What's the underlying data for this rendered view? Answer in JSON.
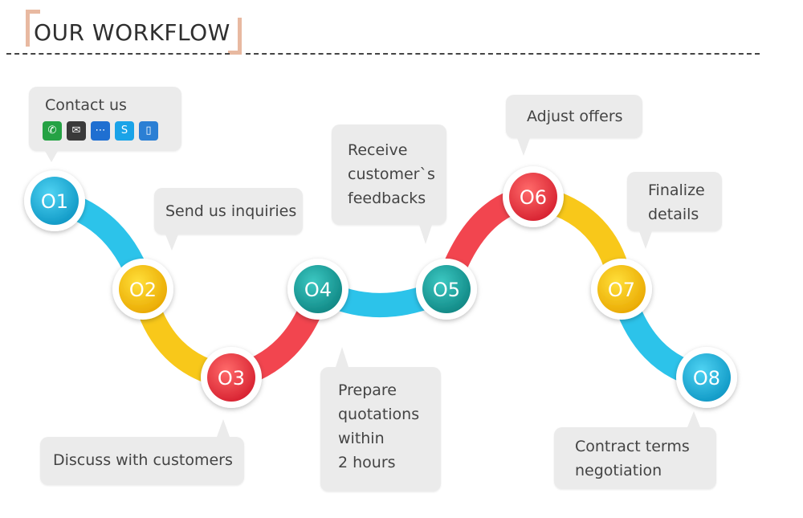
{
  "title": "OUR WORKFLOW",
  "steps": [
    {
      "number": "O1",
      "label": "Contact us",
      "color": "#19b6e0"
    },
    {
      "number": "O2",
      "label": "Send us inquiries",
      "color": "#f6c400"
    },
    {
      "number": "O3",
      "label": "Discuss with customers",
      "color": "#f03e4a"
    },
    {
      "number": "O4",
      "label": "Prepare\nquotations\nwithin\n2 hours",
      "color": "#1aa6a4"
    },
    {
      "number": "O5",
      "label": "Receive\ncustomer`s\nfeedbacks",
      "color": "#1aa6a4"
    },
    {
      "number": "O6",
      "label": "Adjust offers",
      "color": "#f03e4a"
    },
    {
      "number": "O7",
      "label": "Finalize\ndetails",
      "color": "#f6c400"
    },
    {
      "number": "O8",
      "label": "Contract terms\nnegotiation",
      "color": "#19b6e0"
    }
  ],
  "contact_icons": [
    {
      "name": "whatsapp-icon",
      "glyph": "✆",
      "color": "#25a244"
    },
    {
      "name": "email-icon",
      "glyph": "✉",
      "color": "#3a3a3a"
    },
    {
      "name": "messenger-icon",
      "glyph": "⋯",
      "color": "#1f6fd1"
    },
    {
      "name": "skype-icon",
      "glyph": "S",
      "color": "#1aa3e8"
    },
    {
      "name": "phone-icon",
      "glyph": "▯",
      "color": "#2b7fd4"
    }
  ],
  "colors": {
    "cyan": "#19b6e0",
    "yellow": "#f6c400",
    "red": "#f03e4a",
    "teal": "#1aa6a4",
    "bubble": "#ebebeb",
    "bracket": "#e8b9a1"
  }
}
